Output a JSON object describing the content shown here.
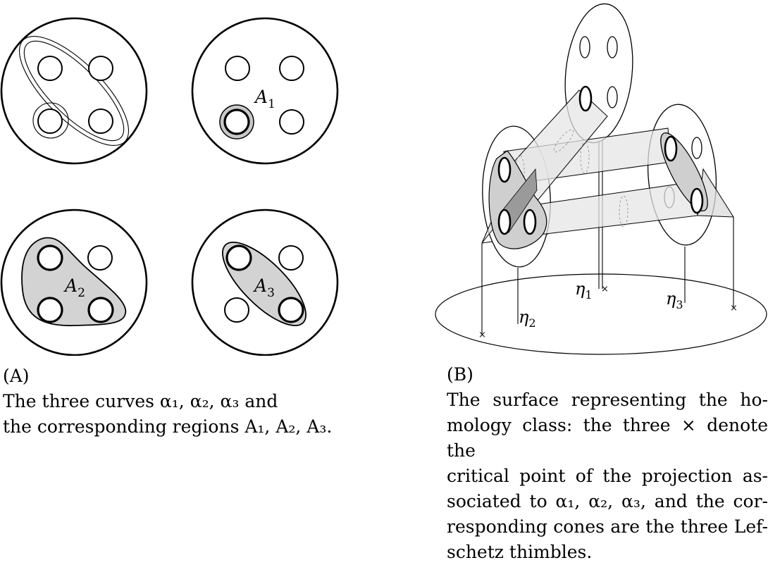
{
  "subfigure_a": {
    "regions": {
      "A1": "A",
      "A1_sub": "1",
      "A2": "A",
      "A2_sub": "2",
      "A3": "A",
      "A3_sub": "3"
    },
    "caption": {
      "tag": "(A)",
      "line1": "The three curves α₁, α₂, α₃ and",
      "line2": "the corresponding regions A₁, A₂, A₃."
    }
  },
  "subfigure_b": {
    "labels": {
      "eta1": "η",
      "eta1_sub": "1",
      "eta2": "η",
      "eta2_sub": "2",
      "eta3": "η",
      "eta3_sub": "3",
      "critical_mark": "×"
    },
    "caption": {
      "tag": "(B)",
      "line1": "The surface representing the ho-",
      "line2": "mology class: the three × denote the",
      "line3": "critical point of the projection as-",
      "line4": "sociated to α₁, α₂, α₃, and the cor-",
      "line5": "responding cones are the three Lef-",
      "line6": "schetz thimbles."
    }
  },
  "colors": {
    "ink": "#000000",
    "region_fill": "#d3d3d3",
    "band_fill": "#e6e6e6",
    "dark_fill": "#9a9a9a"
  }
}
